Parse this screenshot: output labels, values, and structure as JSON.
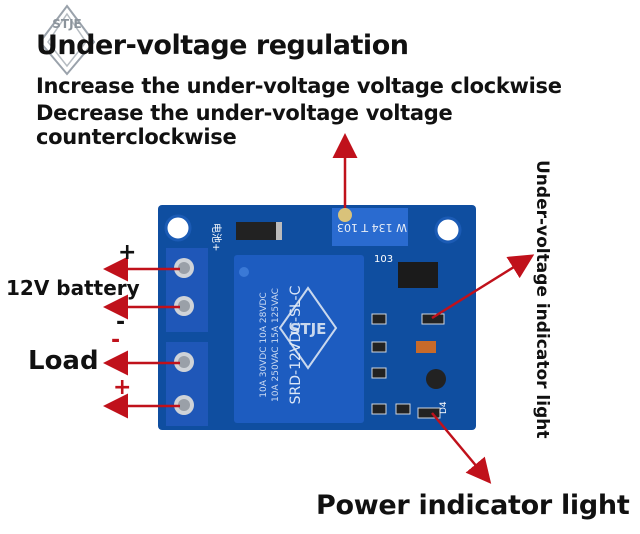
{
  "heading": "Under-voltage regulation",
  "instructions": [
    "Increase the under-voltage voltage clockwise",
    "Decrease the under-voltage voltage counterclockwise"
  ],
  "left_labels": {
    "battery": "12V battery",
    "load": "Load",
    "plus_top": "+",
    "minus_top": "-",
    "minus_bottom": "-",
    "plus_bottom": "+"
  },
  "right_label": "Under-voltage indicator light",
  "bottom_label": "Power indicator light",
  "watermark": "STJE",
  "board_text": {
    "relay_model": "SRD-12VDC-SL-C",
    "relay_rating1": "10A 250VAC 15A 125VAC",
    "relay_rating2": "10A 30VDC 10A 28VDC",
    "pot_code": "103",
    "pot_label": "W 134 T 103",
    "chinese_label": "电池+",
    "d4": "D4"
  },
  "colors": {
    "board": "#0f4ea0",
    "terminal": "#1f57b8",
    "arrow": "#c0111b"
  }
}
